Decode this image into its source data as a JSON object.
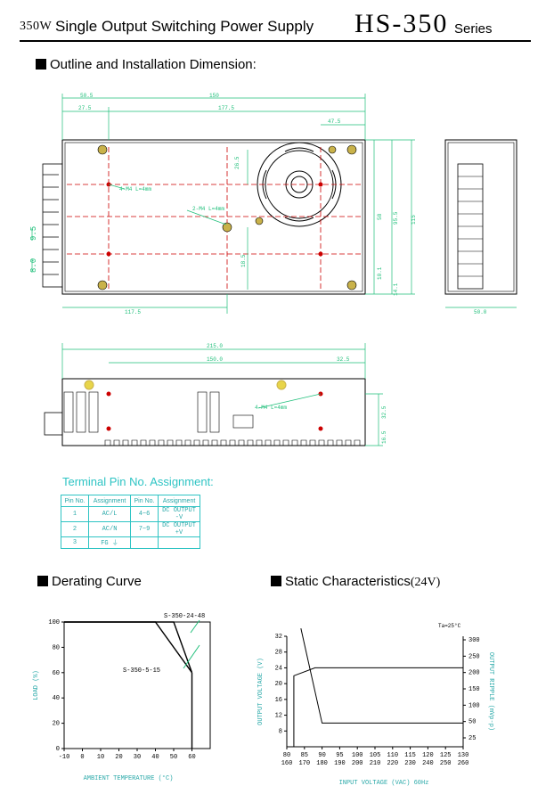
{
  "header": {
    "power": "350W",
    "title": "Single Output Switching Power Supply",
    "model": "HS-350",
    "series": "Series"
  },
  "sections": {
    "outline": "Outline and Installation Dimension:",
    "derating": "Derating Curve",
    "static": "Static Characteristics",
    "static_suffix": "(24V)"
  },
  "dimensions": {
    "top_widths": [
      "50.5",
      "150",
      "27.5",
      "177.5",
      "47.5"
    ],
    "top_right_heights": [
      "26.5",
      "58",
      "95.5",
      "115",
      "10.1",
      "14.1"
    ],
    "left_small": [
      "9.5",
      "8.0"
    ],
    "bottom_top": "117.5",
    "side_width": "50.0",
    "lower_widths": [
      "215.0",
      "150.0",
      "32.5"
    ],
    "lower_heights": [
      "32.5",
      "16.5"
    ],
    "hole_note_1": "4-M4 L=4mm",
    "hole_note_2": "2-M4 L=4mm",
    "hole_note_3": "4-M4 L=4mm"
  },
  "terminal_table": {
    "title": "Terminal Pin No. Assignment:",
    "headers": [
      "Pin No.",
      "Assignment",
      "Pin No.",
      "Assignment"
    ],
    "rows": [
      [
        "1",
        "AC/L",
        "4~6",
        "DC OUTPUT -V"
      ],
      [
        "2",
        "AC/N",
        "7~9",
        "DC OUTPUT +V"
      ],
      [
        "3",
        "FG ⏚",
        "",
        ""
      ]
    ]
  },
  "chart_data": [
    {
      "type": "line",
      "title": "Derating Curve",
      "xlabel": "AMBIENT TEMPERATURE (°C)",
      "ylabel": "LOAD (%)",
      "xlim": [
        -10,
        70
      ],
      "ylim": [
        0,
        100
      ],
      "x_ticks": [
        "-10",
        "0",
        "10",
        "20",
        "30",
        "40",
        "50",
        "60"
      ],
      "y_ticks": [
        "0",
        "20",
        "40",
        "60",
        "80",
        "100"
      ],
      "series": [
        {
          "name": "S-350-24-48",
          "x": [
            -10,
            50,
            60
          ],
          "y": [
            100,
            100,
            60
          ]
        },
        {
          "name": "S-350-5-15",
          "x": [
            -10,
            40,
            60
          ],
          "y": [
            100,
            100,
            60
          ]
        }
      ]
    },
    {
      "type": "line",
      "title": "Static Characteristics (24V)",
      "annotation": "Ta=25°C",
      "xlabel": "INPUT VOLTAGE (VAC) 60Hz",
      "ylabel": "OUTPUT VOLTAGE (V)",
      "ylabel_right": "OUTPUT RIPPLE (mVp-p)",
      "x_ticks_top": [
        "80",
        "85",
        "90",
        "95",
        "100",
        "105",
        "110",
        "115",
        "120",
        "125",
        "130"
      ],
      "x_ticks_bottom": [
        "160",
        "170",
        "180",
        "190",
        "200",
        "210",
        "220",
        "230",
        "240",
        "250",
        "260"
      ],
      "y_ticks_left": [
        "8",
        "12",
        "16",
        "20",
        "24",
        "28",
        "32"
      ],
      "y_ticks_right": [
        "25",
        "50",
        "100",
        "150",
        "200",
        "250",
        "300"
      ],
      "series": [
        {
          "name": "",
          "x": [
            82,
            82,
            88,
            130
          ],
          "y": [
            4,
            22,
            24,
            24
          ]
        },
        {
          "name": "",
          "x": [
            84,
            90,
            130
          ],
          "y": [
            34,
            10,
            10
          ]
        }
      ]
    }
  ]
}
